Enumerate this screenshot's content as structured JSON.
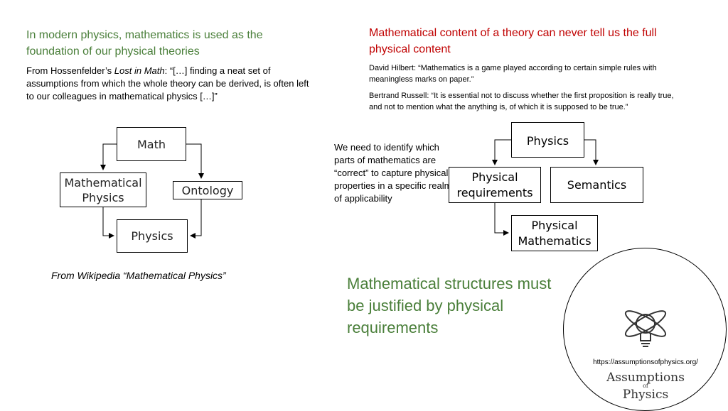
{
  "left": {
    "heading": "In modern physics, mathematics is used as the foundation of our physical theories",
    "quote_prefix": "From Hossenfelder’s ",
    "quote_book": "Lost in Math",
    "quote_text": ": “[…] finding a neat set of assumptions from which the whole theory can be derived, is often left to our colleagues in mathematical physics […]”",
    "diagram": {
      "math": "Math",
      "mathematical_physics_line1": "Mathematical",
      "mathematical_physics_line2": "Physics",
      "ontology": "Ontology",
      "physics": "Physics"
    },
    "caption": "From Wikipedia “Mathematical Physics”"
  },
  "right": {
    "heading": "Mathematical content of a theory can never tell us the full physical content",
    "hilbert": "David Hilbert: “Mathematics is a game played according to certain simple rules with meaningless marks on paper.”",
    "russell": "Bertrand Russell: “It is essential not to discuss whether the first proposition is really true, and not to mention what the anything is, of which it is supposed to be true.”",
    "note": "We need to identify which parts of mathematics are “correct” to capture physical properties in a specific realm of applicability",
    "diagram": {
      "physics": "Physics",
      "physical_requirements_line1": "Physical",
      "physical_requirements_line2": "requirements",
      "semantics": "Semantics",
      "physical_mathematics_line1": "Physical",
      "physical_mathematics_line2": "Mathematics"
    },
    "conclusion": "Mathematical structures must be justified by physical requirements"
  },
  "logo": {
    "url": "https://assumptionsofphysics.org/",
    "name_line1": "Assumptions",
    "name_of": "of",
    "name_line2": "Physics",
    "icon": "atom-lightbulb-icon"
  },
  "colors": {
    "green": "#4a7f3a",
    "red": "#c00000"
  }
}
